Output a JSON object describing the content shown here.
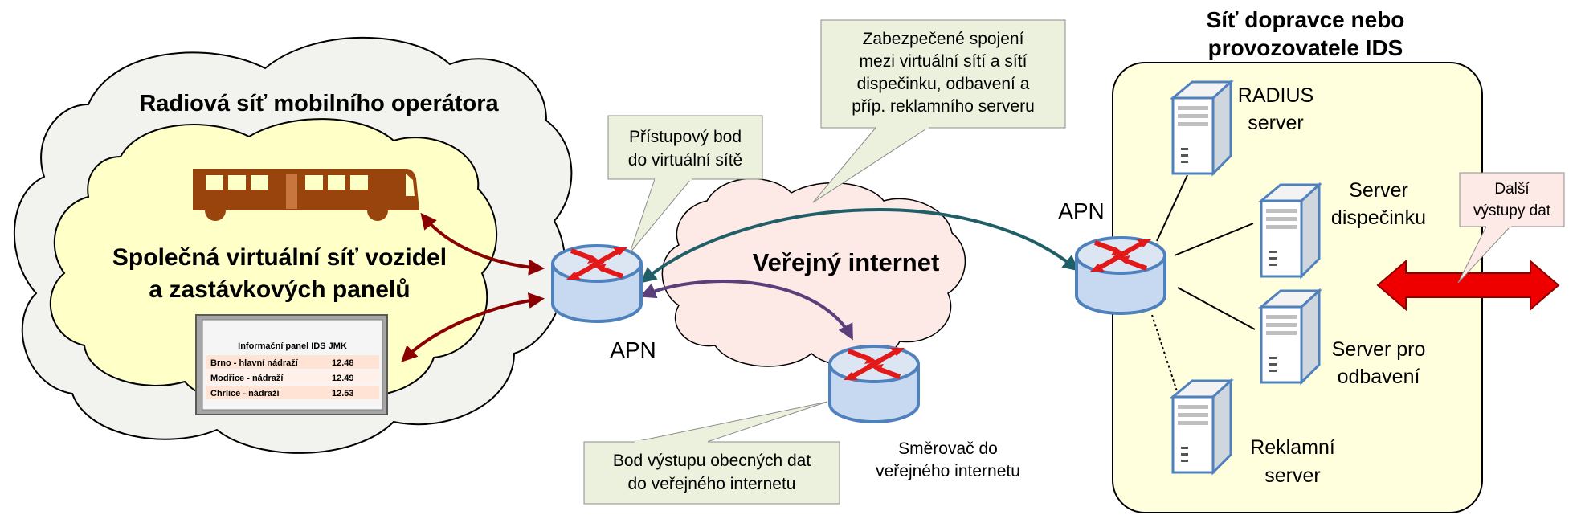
{
  "mobile_network": {
    "title": "Radiová síť mobilního operátora"
  },
  "virtual_network": {
    "line1": "Společná virtuální síť vozidel",
    "line2": "a zastávkových panelů"
  },
  "info_panel": {
    "title": "Informační panel IDS JMK",
    "rows": [
      {
        "station": "Brno - hlavní nádraží",
        "time": "12.48"
      },
      {
        "station": "Modřice - nádraží",
        "time": "12.49"
      },
      {
        "station": "Chrlice - nádraží",
        "time": "12.53"
      }
    ]
  },
  "public_internet": {
    "title": "Veřejný internet"
  },
  "carrier_network": {
    "line1": "Síť dopravce nebo",
    "line2": "provozovatele IDS"
  },
  "callouts": {
    "access_point": {
      "line1": "Přístupový bod",
      "line2": "do virtuální sítě"
    },
    "secure_connection": {
      "line1": "Zabezpečené spojení",
      "line2": "mezi virtuální sítí a sítí",
      "line3": "dispečinku, odbavení a",
      "line4": "příp. reklamního serveru"
    },
    "exit_point": {
      "line1": "Bod výstupu obecných dat",
      "line2": "do veřejného internetu"
    },
    "more_outputs": {
      "line1": "Další",
      "line2": "výstupy dat"
    }
  },
  "routers": {
    "left_label": "APN",
    "right_label": "APN",
    "internet_label_line1": "Směrovač do",
    "internet_label_line2": "veřejného internetu"
  },
  "servers": {
    "radius": {
      "line1": "RADIUS",
      "line2": "server"
    },
    "dispatch": {
      "line1": "Server",
      "line2": "dispečinku"
    },
    "ticketing": {
      "line1": "Server pro",
      "line2": "odbavení"
    },
    "advertising": {
      "line1": "Reklamní",
      "line2": "server"
    }
  },
  "colors": {
    "cloud_outer": "#f2f2ef",
    "cloud_inner": "#ffffc8",
    "internet_cloud": "#fde9e5",
    "carrier_box": "#ffffdd",
    "callout_green": "#ebf1dd",
    "callout_pink": "#fde9e5",
    "bus": "#99430d",
    "router_top": "#dce6f2",
    "router_side": "#c6d9f1",
    "router_outline": "#4f81bd",
    "arrow_red": "#e31919",
    "arrow_dark_red": "#8b0000",
    "arrow_teal": "#215f68",
    "arrow_purple": "#5b3f7a"
  }
}
